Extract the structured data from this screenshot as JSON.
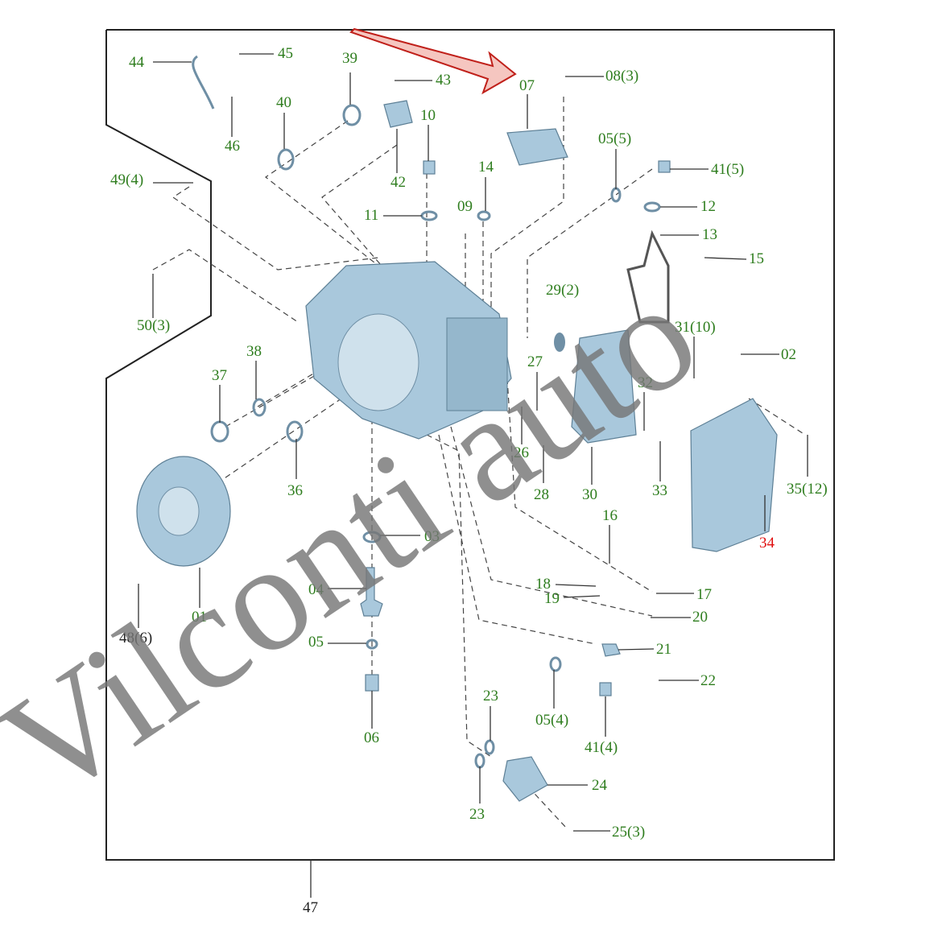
{
  "diagram": {
    "labels": [
      "44",
      "45",
      "39",
      "43",
      "07",
      "08(3)",
      "40",
      "46",
      "10",
      "05(5)",
      "41(5)",
      "49(4)",
      "42",
      "14",
      "12",
      "11",
      "09",
      "13",
      "15",
      "29(2)",
      "50(3)",
      "31(10)",
      "02",
      "38",
      "27",
      "37",
      "32",
      "26",
      "35(12)",
      "36",
      "28",
      "30",
      "33",
      "16",
      "03",
      "34",
      "17",
      "04",
      "18",
      "19",
      "01",
      "20",
      "48(6)",
      "05",
      "21",
      "22",
      "23",
      "05(4)",
      "06",
      "41(4)",
      "24",
      "23",
      "25(3)",
      "47"
    ],
    "highlighted_label": "34",
    "watermark": "Vilconti auto",
    "colors": {
      "label": "#2e7d1e",
      "highlight": "#e01010",
      "arrow": "#c0201a",
      "part": "#a9c8dc"
    }
  }
}
